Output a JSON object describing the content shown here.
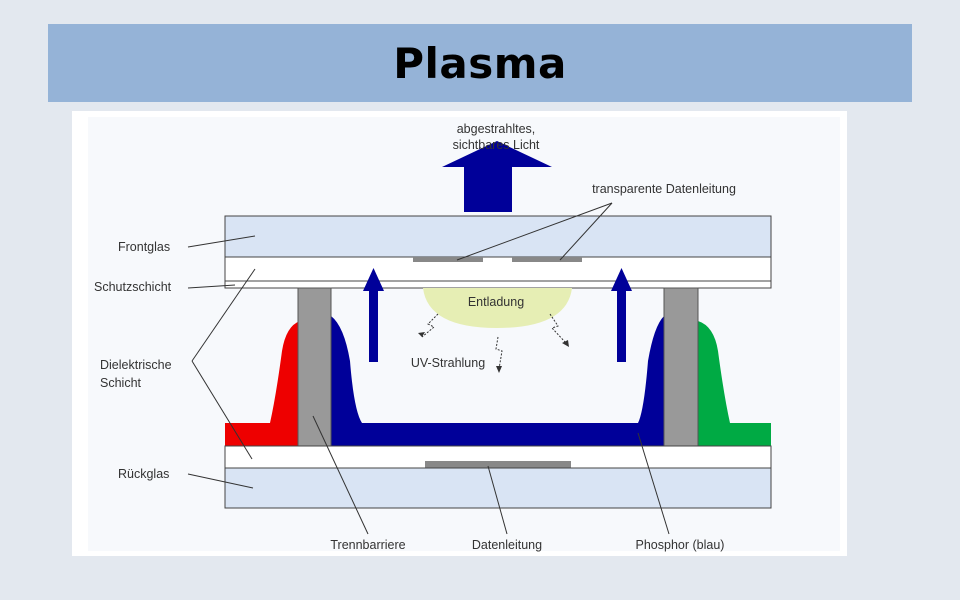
{
  "title": "Plasma",
  "labels": {
    "emitted_light_line1": "abgestrahltes,",
    "emitted_light_line2": "sichtbares Licht",
    "transparent_data_line": "transparente Datenleitung",
    "front_glass": "Frontglas",
    "protective_layer": "Schutzschicht",
    "dielectric_line1": "Dielektrische",
    "dielectric_line2": "Schicht",
    "discharge": "Entladung",
    "uv_radiation": "UV-Strahlung",
    "back_glass": "Rückglas",
    "separation_barrier": "Trennbarriere",
    "data_line": "Datenleitung",
    "phosphor": "Phosphor (blau)"
  },
  "colors": {
    "title_bar": "#95b3d7",
    "glass": "#d9e4f4",
    "barrier": "#999999",
    "phosphor_blue": "#000099",
    "phosphor_red": "#ee0000",
    "phosphor_green": "#00aa44",
    "discharge": "#e6eeb4",
    "arrow": "#000099"
  }
}
